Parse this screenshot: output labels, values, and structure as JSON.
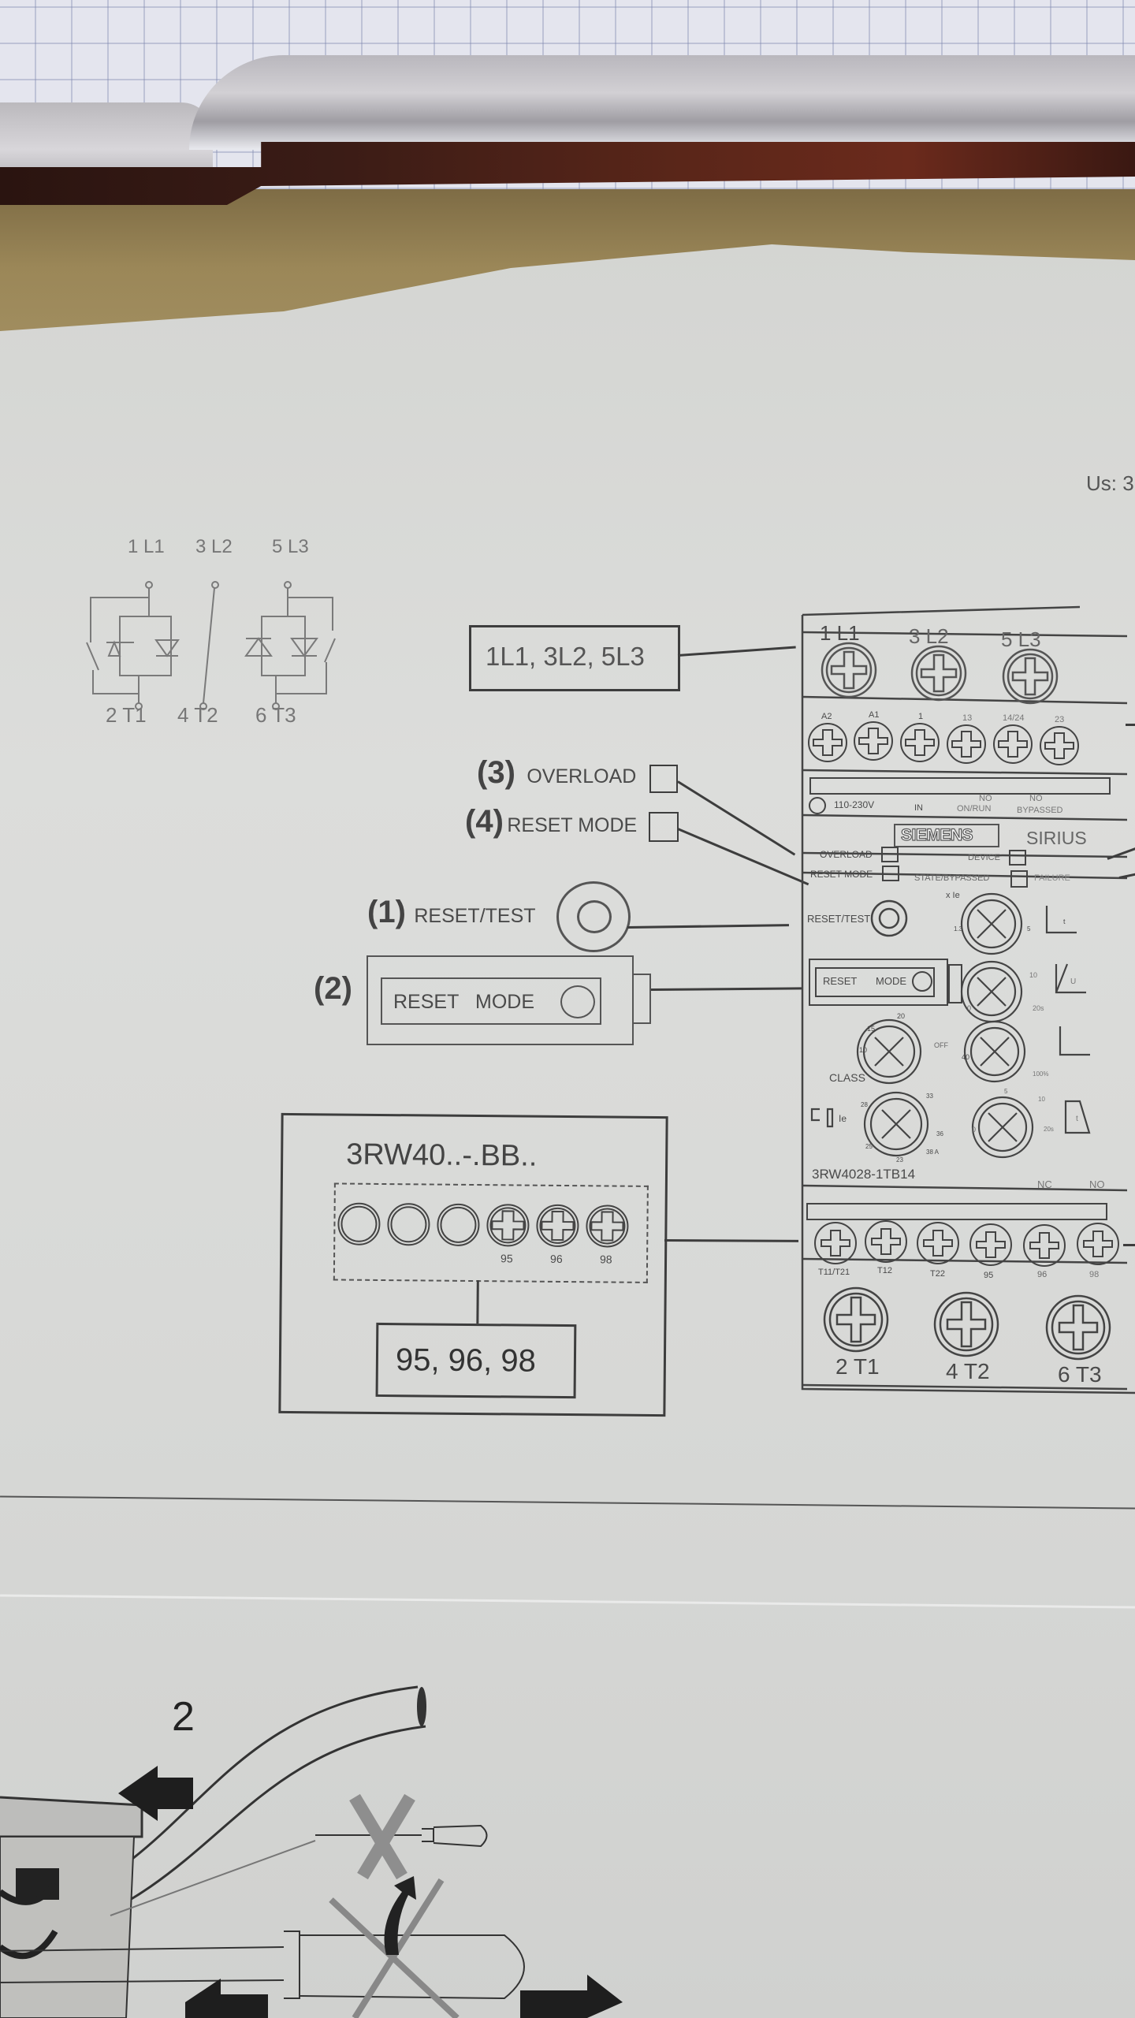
{
  "document": {
    "type": "Siemens SIRIUS soft starter terminal and control diagram",
    "top_right_fragment": "Us: 3"
  },
  "schematic": {
    "top_terminals": [
      "1 L1",
      "3 L2",
      "5 L3"
    ],
    "bottom_terminals": [
      "2 T1",
      "4 T2",
      "6 T3"
    ]
  },
  "callouts": {
    "main_power_label": "1L1, 3L2, 5L3",
    "overload": {
      "number": "(3)",
      "label": "OVERLOAD"
    },
    "reset_mode": {
      "number": "(4)",
      "label": "RESET MODE"
    },
    "reset_test": {
      "number": "(1)",
      "label": "RESET/TEST"
    },
    "reset_mode_button": {
      "number": "(2)",
      "label_a": "RESET",
      "label_b": "MODE"
    }
  },
  "variant_box": {
    "title": "3RW40..-.BB..",
    "terminal_labels": [
      "95",
      "96",
      "98"
    ],
    "summary_label": "95, 96, 98"
  },
  "device": {
    "top_power_terminals": [
      "1 L1",
      "3 L2",
      "5 L3"
    ],
    "control_terminals": [
      "A2",
      "A1",
      "1",
      "13",
      "14/24",
      "23"
    ],
    "supply_label": "110-230V",
    "contact_labels": [
      "IN",
      "NO",
      "ON/RUN",
      "NO",
      "BYPASSED"
    ],
    "brand": "SIEMENS",
    "series": "SIRIUS",
    "leds": [
      {
        "label": "OVERLOAD"
      },
      {
        "label": "RESET MODE"
      },
      {
        "label": "DEVICE"
      },
      {
        "label": "STATE/BYPASSED"
      },
      {
        "label": "FAILURE"
      }
    ],
    "reset_test_label": "RESET/TEST",
    "reset_mode_label_a": "RESET",
    "reset_mode_label_b": "MODE",
    "dials": [
      {
        "name": "current-limit",
        "unit_label": "x Ie",
        "min": "1.3",
        "max": "5"
      },
      {
        "name": "ramp-up-time",
        "marks": [
          "0",
          "10",
          "20s"
        ]
      },
      {
        "name": "class",
        "caption": "CLASS",
        "marks": [
          "10",
          "15",
          "20",
          "OFF"
        ]
      },
      {
        "name": "starting-voltage",
        "marks": [
          "40",
          "100%"
        ]
      },
      {
        "name": "rated-current",
        "unit_label": "Ie",
        "marks": [
          "23",
          "25",
          "28",
          "33",
          "36",
          "38 A"
        ]
      },
      {
        "name": "ramp-down-time",
        "marks": [
          "0",
          "5",
          "10",
          "20s"
        ]
      }
    ],
    "dial_glyphs": {
      "ramp_up": "t",
      "voltage": "U",
      "ramp_down": "t"
    },
    "model": "3RW4028-1TB14",
    "aux_contact_labels": [
      "NC",
      "NO"
    ],
    "aux_terminals": [
      "T11/T21",
      "T12",
      "T22",
      "95",
      "96",
      "98"
    ],
    "bottom_power_terminals": [
      "2 T1",
      "4 T2",
      "6 T3"
    ]
  },
  "lower_figure": {
    "step_number": "2"
  }
}
